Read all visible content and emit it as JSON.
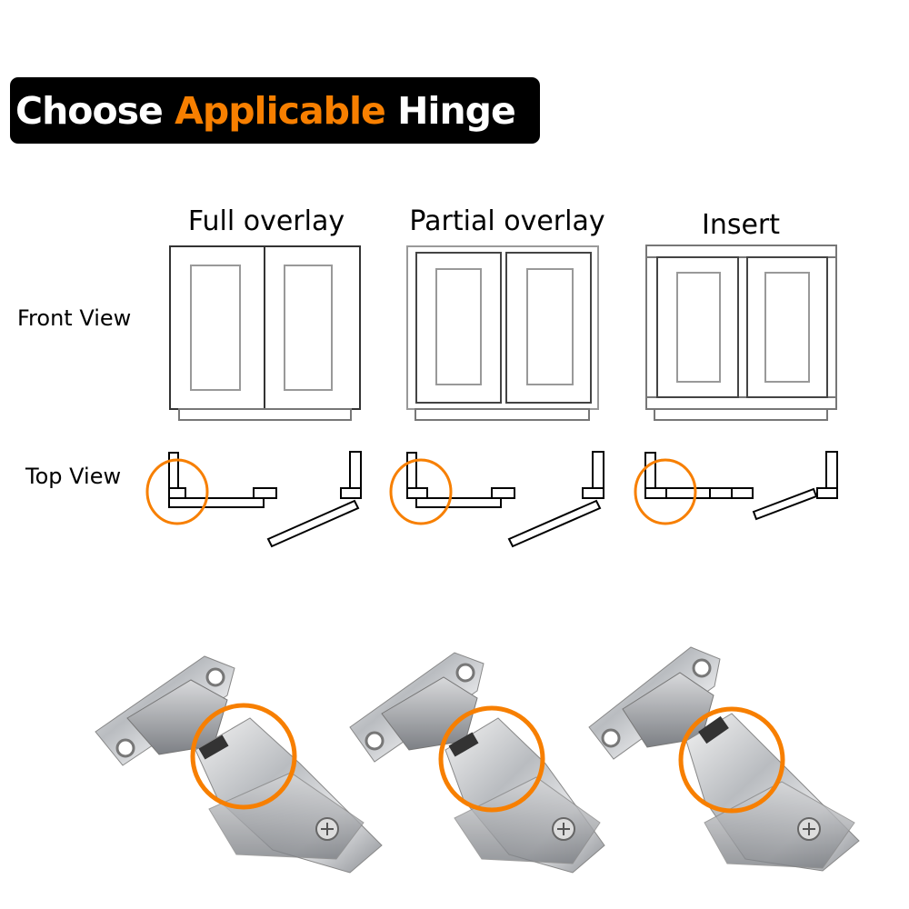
{
  "title": {
    "part1": "Choose ",
    "accent": "Applicable",
    "part2": " Hinge"
  },
  "columns": [
    "Full overlay",
    "Partial overlay",
    "Insert"
  ],
  "rows": {
    "front": "Front View",
    "top": "Top View"
  },
  "colors": {
    "accent": "#f77f00",
    "title_bg": "#000000",
    "line": "#000000"
  },
  "hinges": [
    {
      "type": "full-overlay",
      "highlighted": true
    },
    {
      "type": "partial-overlay",
      "highlighted": true
    },
    {
      "type": "insert",
      "highlighted": true
    }
  ]
}
